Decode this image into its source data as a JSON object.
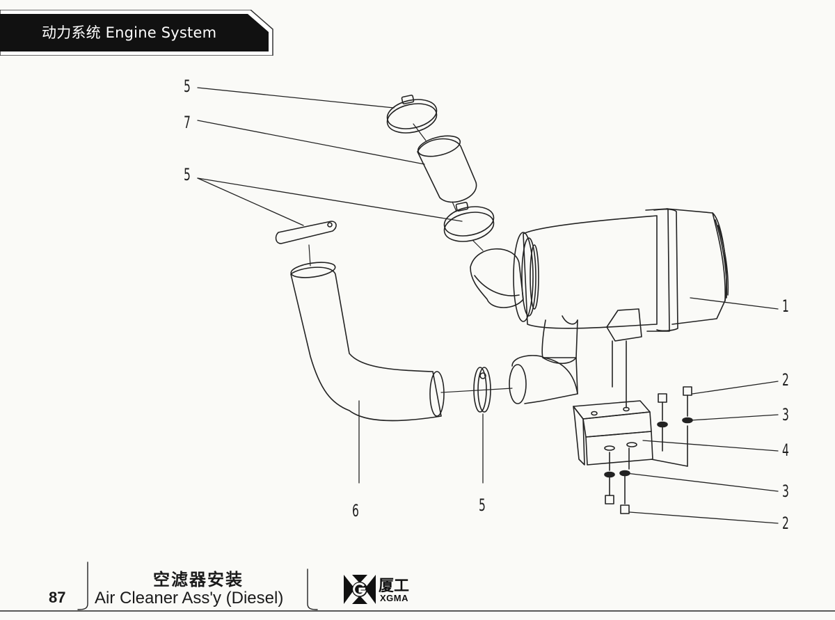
{
  "header": {
    "title": "动力系统  Engine System"
  },
  "callouts": [
    {
      "id": "c5a",
      "label": "5"
    },
    {
      "id": "c7",
      "label": "7"
    },
    {
      "id": "c5b",
      "label": "5"
    },
    {
      "id": "c1",
      "label": "1"
    },
    {
      "id": "c2a",
      "label": "2"
    },
    {
      "id": "c3a",
      "label": "3"
    },
    {
      "id": "c4",
      "label": "4"
    },
    {
      "id": "c3b",
      "label": "3"
    },
    {
      "id": "c2b",
      "label": "2"
    },
    {
      "id": "c6",
      "label": "6"
    },
    {
      "id": "c5c",
      "label": "5"
    }
  ],
  "footer": {
    "page_number": "87",
    "title_cn": "空滤器安装",
    "title_en": "Air Cleaner Ass'y (Diesel)",
    "logo_cn": "厦工",
    "logo_en": "XGMA"
  }
}
